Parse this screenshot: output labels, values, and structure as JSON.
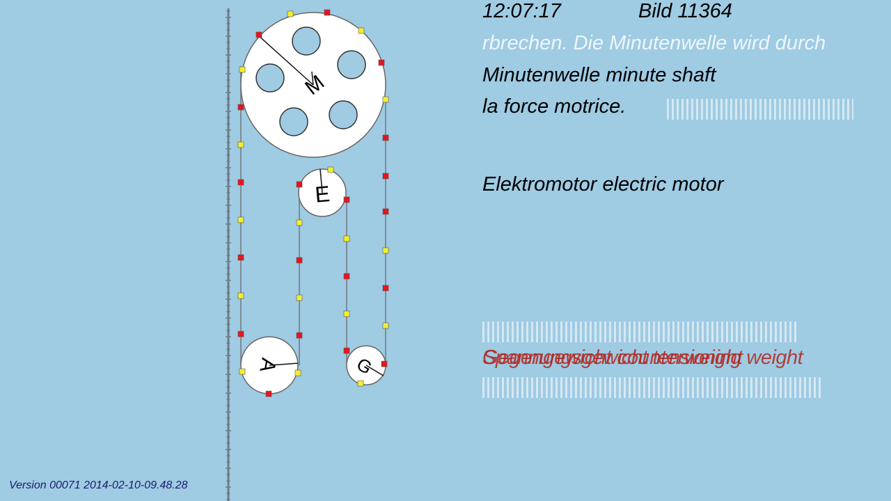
{
  "header": {
    "time": "12:07:17",
    "frame": "Bild 11364"
  },
  "lines": {
    "scroll_text": "rbrechen. Die Minutenwelle wird durch",
    "minute_shaft": "Minutenwelle minute shaft",
    "force": "la force motrice.",
    "electric_motor": "Elektromotor electric motor",
    "counterweight": "Spannungsgewicht tensioning weight",
    "counterweight_overlay": "Gegengewicht counterweight"
  },
  "footer": {
    "version": "Version 00071 2014-02-10-09.48.28"
  },
  "wheels": {
    "M": "M",
    "E": "E",
    "A": "A",
    "G": "G"
  },
  "colors": {
    "background": "#9fcbe3",
    "chain_red": "#e8141e",
    "chain_yellow": "#f5ef2b",
    "wheel_fill": "#ffffff",
    "label_red": "#b3261e"
  }
}
